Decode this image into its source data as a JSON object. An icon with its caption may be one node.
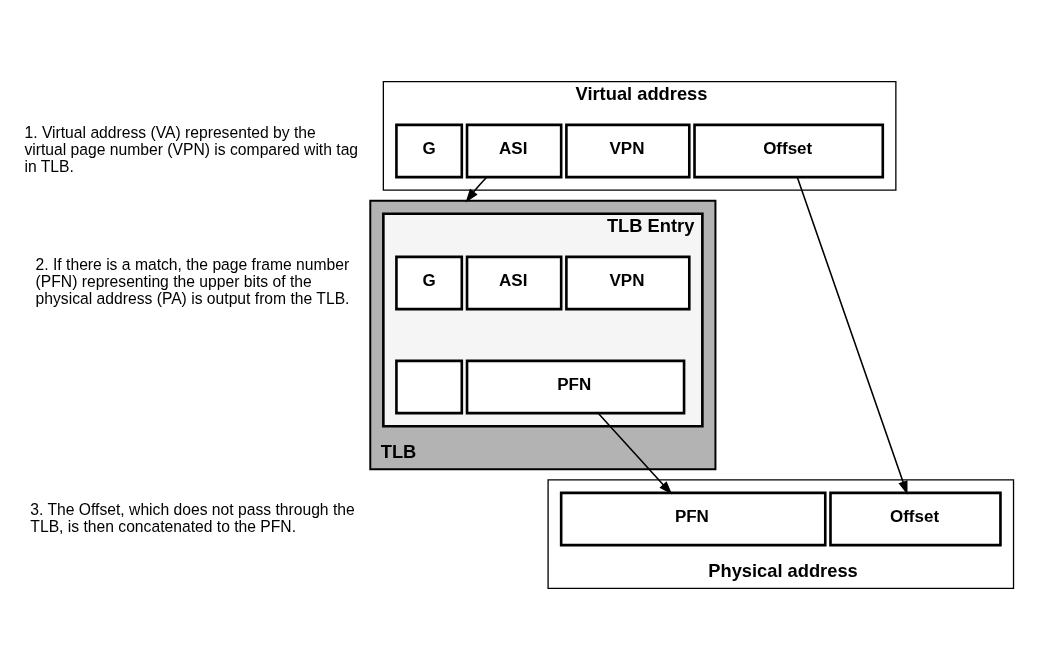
{
  "diagram": {
    "nodes": [
      {
        "text": [
          "Virtual address"
        ]
      },
      {
        "text": [
          "G"
        ],
        "in": 0
      },
      {
        "text": [
          "ASI"
        ],
        "in": 0
      },
      {
        "text": [
          "VPN"
        ],
        "in": 0
      },
      {
        "text": [
          "Offset"
        ],
        "in": 0
      },
      {
        "text": [
          "TLB"
        ]
      },
      {
        "text": [],
        "shape": "box",
        "in": 5,
        "beside": [
          "TLB Entry"
        ]
      },
      {
        "text": [
          "G"
        ],
        "in": 6
      },
      {
        "text": [
          "ASI"
        ],
        "in": 6
      },
      {
        "text": [
          "VPN"
        ],
        "in": 6
      },
      {
        "text": [],
        "shape": "box",
        "in": 6
      },
      {
        "text": [
          "PFN"
        ],
        "in": 6
      },
      {
        "text": [
          "Physical address"
        ]
      },
      {
        "text": [
          "PFN"
        ],
        "in": 12
      },
      {
        "text": [
          "Offset"
        ],
        "in": 12
      }
    ],
    "edges": [
      {
        "from": 2,
        "to": 5,
        "arrow": "to"
      },
      {
        "from": 4,
        "to": 14,
        "arrow": "to"
      },
      {
        "from": 11,
        "to": 13,
        "arrow": "to"
      }
    ],
    "labels": [
      "1. Virtual address (VA) represented by the virtual page number (VPN) is compared with tag in TLB.",
      "2. If there is a match, the page frame number (PFN) representing the upper bits of the physical address (PA) is output from the TLB.",
      "3. The Offset, which does not pass through the TLB, is then concatenated to the PFN."
    ]
  }
}
